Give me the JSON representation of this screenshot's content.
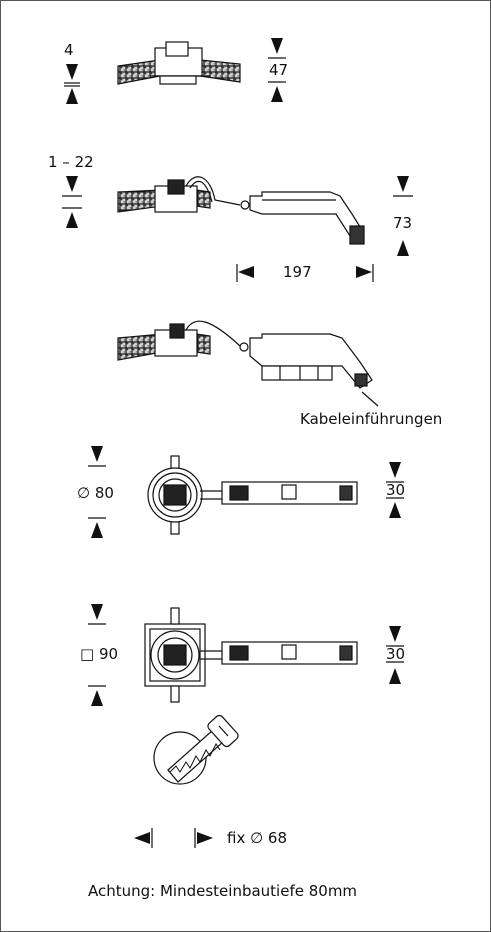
{
  "labels": {
    "depth_min_top": "4",
    "height_top": "47",
    "ceiling_range": "1 – 22",
    "height_module": "73",
    "length_module": "197",
    "cable_entries": "Kabeleinführungen",
    "diameter_round": "∅ 80",
    "width_round_module": "30",
    "size_square": "□ 90",
    "width_square_module": "30",
    "cutout": "fix ∅ 68",
    "warning": "Achtung: Mindesteinbautiefe 80mm"
  },
  "colors": {
    "line": "#111111",
    "fill_dark": "#222222",
    "ceiling_fill": "#cfcfcf"
  }
}
